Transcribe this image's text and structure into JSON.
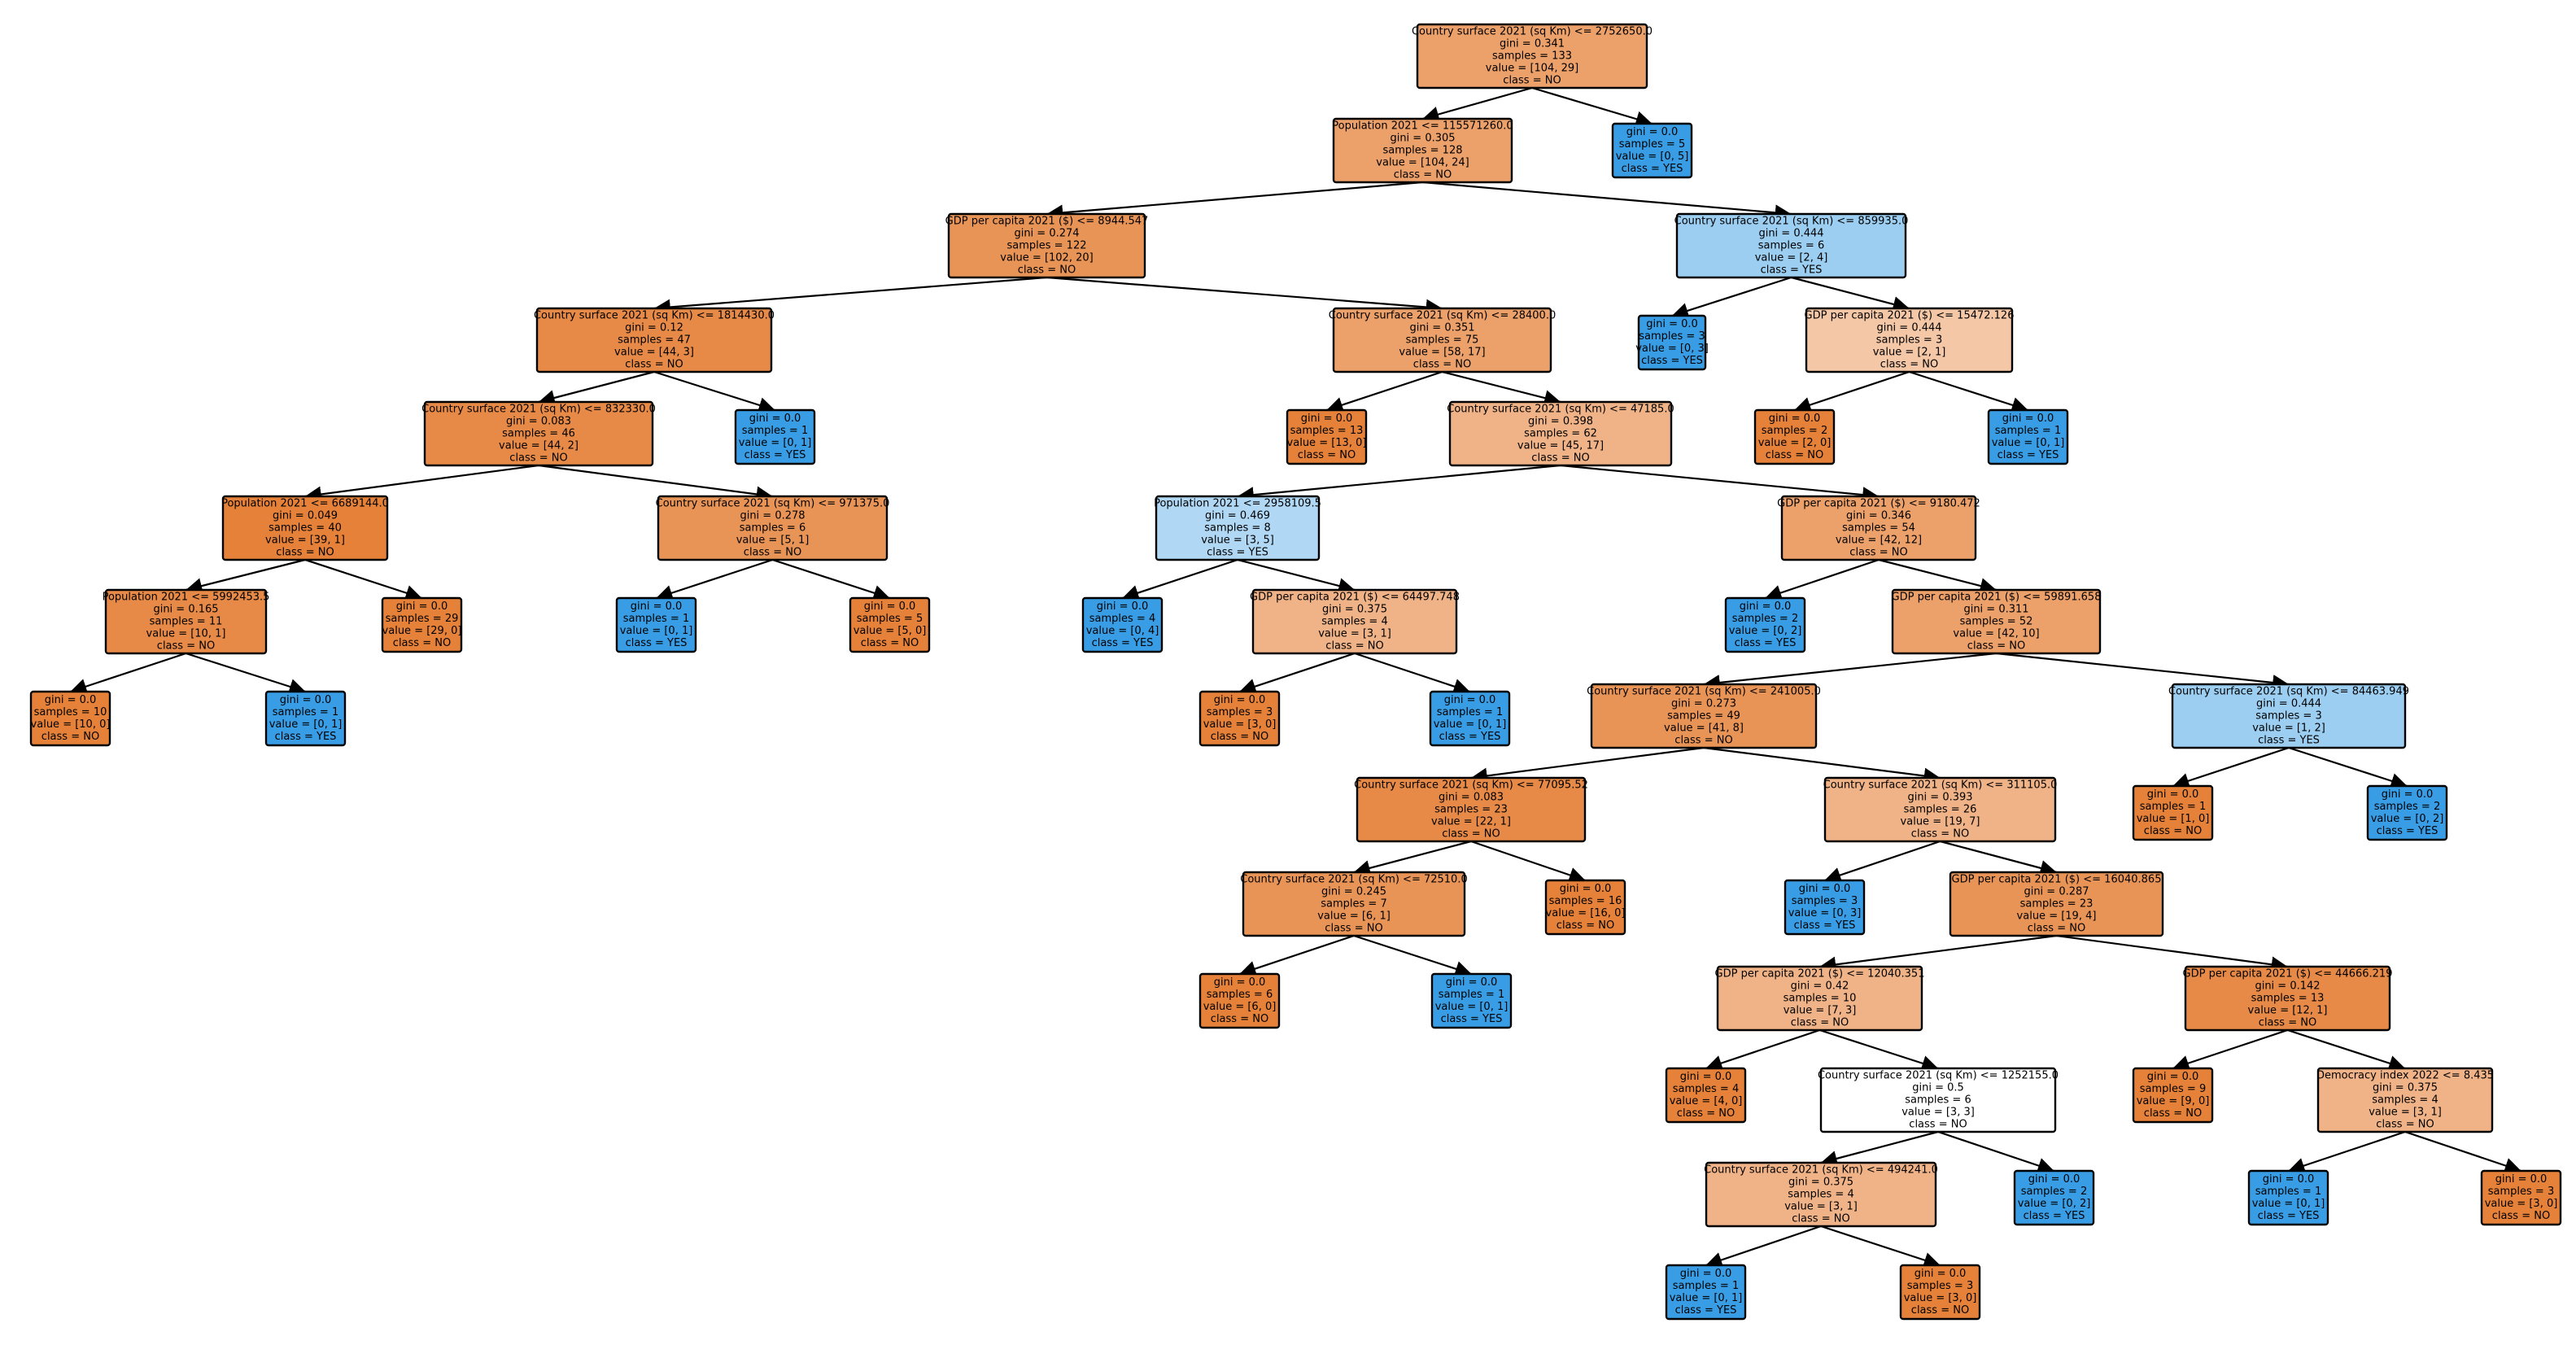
{
  "colors": {
    "NO_1": "#e58139",
    "NO_2": "#e78a47",
    "NO_3": "#e99457",
    "NO_4": "#eca06a",
    "NO_5": "#f0b387",
    "NO_6": "#f4c7a6",
    "YES_1": "#399de5",
    "YES_2": "#9ccef2",
    "YES_3": "#b0d8f5",
    "TIE": "#ffffff"
  },
  "nodes": [
    {
      "id": "n0",
      "lines": [
        "Country surface 2021 (sq Km) <= 2752650.0",
        "gini = 0.341",
        "samples = 133",
        "value = [104, 29]",
        "class = NO"
      ],
      "fill": "NO_4"
    },
    {
      "id": "n1",
      "lines": [
        "Population 2021 <= 115571260.0",
        "gini = 0.305",
        "samples = 128",
        "value = [104, 24]",
        "class = NO"
      ],
      "fill": "NO_4"
    },
    {
      "id": "n2",
      "lines": [
        "gini = 0.0",
        "samples = 5",
        "value = [0, 5]",
        "class = YES"
      ],
      "fill": "YES_1"
    },
    {
      "id": "n3",
      "lines": [
        "GDP per capita 2021 ($) <= 8944.547",
        "gini = 0.274",
        "samples = 122",
        "value = [102, 20]",
        "class = NO"
      ],
      "fill": "NO_3"
    },
    {
      "id": "n4",
      "lines": [
        "Country surface 2021 (sq Km) <= 859935.0",
        "gini = 0.444",
        "samples = 6",
        "value = [2, 4]",
        "class = YES"
      ],
      "fill": "YES_2"
    },
    {
      "id": "n5",
      "lines": [
        "Country surface 2021 (sq Km) <= 1814430.0",
        "gini = 0.12",
        "samples = 47",
        "value = [44, 3]",
        "class = NO"
      ],
      "fill": "NO_2"
    },
    {
      "id": "n6",
      "lines": [
        "Country surface 2021 (sq Km) <= 28400.0",
        "gini = 0.351",
        "samples = 75",
        "value = [58, 17]",
        "class = NO"
      ],
      "fill": "NO_4"
    },
    {
      "id": "n7",
      "lines": [
        "gini = 0.0",
        "samples = 3",
        "value = [0, 3]",
        "class = YES"
      ],
      "fill": "YES_1"
    },
    {
      "id": "n8",
      "lines": [
        "GDP per capita 2021 ($) <= 15472.126",
        "gini = 0.444",
        "samples = 3",
        "value = [2, 1]",
        "class = NO"
      ],
      "fill": "NO_6"
    },
    {
      "id": "n9",
      "lines": [
        "Country surface 2021 (sq Km) <= 832330.0",
        "gini = 0.083",
        "samples = 46",
        "value = [44, 2]",
        "class = NO"
      ],
      "fill": "NO_2"
    },
    {
      "id": "n10",
      "lines": [
        "gini = 0.0",
        "samples = 1",
        "value = [0, 1]",
        "class = YES"
      ],
      "fill": "YES_1"
    },
    {
      "id": "n11",
      "lines": [
        "gini = 0.0",
        "samples = 13",
        "value = [13, 0]",
        "class = NO"
      ],
      "fill": "NO_1"
    },
    {
      "id": "n12",
      "lines": [
        "Country surface 2021 (sq Km) <= 47185.0",
        "gini = 0.398",
        "samples = 62",
        "value = [45, 17]",
        "class = NO"
      ],
      "fill": "NO_5"
    },
    {
      "id": "n13",
      "lines": [
        "gini = 0.0",
        "samples = 2",
        "value = [2, 0]",
        "class = NO"
      ],
      "fill": "NO_1"
    },
    {
      "id": "n14",
      "lines": [
        "gini = 0.0",
        "samples = 1",
        "value = [0, 1]",
        "class = YES"
      ],
      "fill": "YES_1"
    },
    {
      "id": "n15",
      "lines": [
        "Population 2021 <= 6689144.0",
        "gini = 0.049",
        "samples = 40",
        "value = [39, 1]",
        "class = NO"
      ],
      "fill": "NO_1"
    },
    {
      "id": "n16",
      "lines": [
        "Country surface 2021 (sq Km) <= 971375.0",
        "gini = 0.278",
        "samples = 6",
        "value = [5, 1]",
        "class = NO"
      ],
      "fill": "NO_3"
    },
    {
      "id": "n17",
      "lines": [
        "Population 2021 <= 2958109.5",
        "gini = 0.469",
        "samples = 8",
        "value = [3, 5]",
        "class = YES"
      ],
      "fill": "YES_3"
    },
    {
      "id": "n18",
      "lines": [
        "GDP per capita 2021 ($) <= 9180.472",
        "gini = 0.346",
        "samples = 54",
        "value = [42, 12]",
        "class = NO"
      ],
      "fill": "NO_4"
    },
    {
      "id": "n19",
      "lines": [
        "Population 2021 <= 5992453.5",
        "gini = 0.165",
        "samples = 11",
        "value = [10, 1]",
        "class = NO"
      ],
      "fill": "NO_2"
    },
    {
      "id": "n20",
      "lines": [
        "gini = 0.0",
        "samples = 29",
        "value = [29, 0]",
        "class = NO"
      ],
      "fill": "NO_1"
    },
    {
      "id": "n21",
      "lines": [
        "gini = 0.0",
        "samples = 1",
        "value = [0, 1]",
        "class = YES"
      ],
      "fill": "YES_1"
    },
    {
      "id": "n22",
      "lines": [
        "gini = 0.0",
        "samples = 5",
        "value = [5, 0]",
        "class = NO"
      ],
      "fill": "NO_1"
    },
    {
      "id": "n23",
      "lines": [
        "gini = 0.0",
        "samples = 4",
        "value = [0, 4]",
        "class = YES"
      ],
      "fill": "YES_1"
    },
    {
      "id": "n24",
      "lines": [
        "GDP per capita 2021 ($) <= 64497.748",
        "gini = 0.375",
        "samples = 4",
        "value = [3, 1]",
        "class = NO"
      ],
      "fill": "NO_5"
    },
    {
      "id": "n25",
      "lines": [
        "gini = 0.0",
        "samples = 2",
        "value = [0, 2]",
        "class = YES"
      ],
      "fill": "YES_1"
    },
    {
      "id": "n26",
      "lines": [
        "GDP per capita 2021 ($) <= 59891.658",
        "gini = 0.311",
        "samples = 52",
        "value = [42, 10]",
        "class = NO"
      ],
      "fill": "NO_4"
    },
    {
      "id": "n27",
      "lines": [
        "gini = 0.0",
        "samples = 10",
        "value = [10, 0]",
        "class = NO"
      ],
      "fill": "NO_1"
    },
    {
      "id": "n28",
      "lines": [
        "gini = 0.0",
        "samples = 1",
        "value = [0, 1]",
        "class = YES"
      ],
      "fill": "YES_1"
    },
    {
      "id": "n29",
      "lines": [
        "gini = 0.0",
        "samples = 3",
        "value = [3, 0]",
        "class = NO"
      ],
      "fill": "NO_1"
    },
    {
      "id": "n30",
      "lines": [
        "gini = 0.0",
        "samples = 1",
        "value = [0, 1]",
        "class = YES"
      ],
      "fill": "YES_1"
    },
    {
      "id": "n31",
      "lines": [
        "Country surface 2021 (sq Km) <= 241005.0",
        "gini = 0.273",
        "samples = 49",
        "value = [41, 8]",
        "class = NO"
      ],
      "fill": "NO_3"
    },
    {
      "id": "n32",
      "lines": [
        "Country surface 2021 (sq Km) <= 84463.949",
        "gini = 0.444",
        "samples = 3",
        "value = [1, 2]",
        "class = YES"
      ],
      "fill": "YES_2"
    },
    {
      "id": "n33",
      "lines": [
        "Country surface 2021 (sq Km) <= 77095.52",
        "gini = 0.083",
        "samples = 23",
        "value = [22, 1]",
        "class = NO"
      ],
      "fill": "NO_2"
    },
    {
      "id": "n34",
      "lines": [
        "Country surface 2021 (sq Km) <= 311105.0",
        "gini = 0.393",
        "samples = 26",
        "value = [19, 7]",
        "class = NO"
      ],
      "fill": "NO_5"
    },
    {
      "id": "n35",
      "lines": [
        "gini = 0.0",
        "samples = 1",
        "value = [1, 0]",
        "class = NO"
      ],
      "fill": "NO_1"
    },
    {
      "id": "n36",
      "lines": [
        "gini = 0.0",
        "samples = 2",
        "value = [0, 2]",
        "class = YES"
      ],
      "fill": "YES_1"
    },
    {
      "id": "n37",
      "lines": [
        "Country surface 2021 (sq Km) <= 72510.0",
        "gini = 0.245",
        "samples = 7",
        "value = [6, 1]",
        "class = NO"
      ],
      "fill": "NO_3"
    },
    {
      "id": "n38",
      "lines": [
        "gini = 0.0",
        "samples = 16",
        "value = [16, 0]",
        "class = NO"
      ],
      "fill": "NO_1"
    },
    {
      "id": "n39",
      "lines": [
        "gini = 0.0",
        "samples = 3",
        "value = [0, 3]",
        "class = YES"
      ],
      "fill": "YES_1"
    },
    {
      "id": "n40",
      "lines": [
        "GDP per capita 2021 ($) <= 16040.865",
        "gini = 0.287",
        "samples = 23",
        "value = [19, 4]",
        "class = NO"
      ],
      "fill": "NO_3"
    },
    {
      "id": "n41",
      "lines": [
        "gini = 0.0",
        "samples = 6",
        "value = [6, 0]",
        "class = NO"
      ],
      "fill": "NO_1"
    },
    {
      "id": "n42",
      "lines": [
        "gini = 0.0",
        "samples = 1",
        "value = [0, 1]",
        "class = YES"
      ],
      "fill": "YES_1"
    },
    {
      "id": "n43",
      "lines": [
        "GDP per capita 2021 ($) <= 12040.351",
        "gini = 0.42",
        "samples = 10",
        "value = [7, 3]",
        "class = NO"
      ],
      "fill": "NO_5"
    },
    {
      "id": "n44",
      "lines": [
        "GDP per capita 2021 ($) <= 44666.219",
        "gini = 0.142",
        "samples = 13",
        "value = [12, 1]",
        "class = NO"
      ],
      "fill": "NO_2"
    },
    {
      "id": "n45",
      "lines": [
        "gini = 0.0",
        "samples = 4",
        "value = [4, 0]",
        "class = NO"
      ],
      "fill": "NO_1"
    },
    {
      "id": "n46",
      "lines": [
        "Country surface 2021 (sq Km) <= 1252155.0",
        "gini = 0.5",
        "samples = 6",
        "value = [3, 3]",
        "class = NO"
      ],
      "fill": "TIE"
    },
    {
      "id": "n47",
      "lines": [
        "gini = 0.0",
        "samples = 9",
        "value = [9, 0]",
        "class = NO"
      ],
      "fill": "NO_1"
    },
    {
      "id": "n48",
      "lines": [
        "Democracy index 2022 <= 8.435",
        "gini = 0.375",
        "samples = 4",
        "value = [3, 1]",
        "class = NO"
      ],
      "fill": "NO_5"
    },
    {
      "id": "n49",
      "lines": [
        "Country surface 2021 (sq Km) <= 494241.0",
        "gini = 0.375",
        "samples = 4",
        "value = [3, 1]",
        "class = NO"
      ],
      "fill": "NO_5"
    },
    {
      "id": "n50",
      "lines": [
        "gini = 0.0",
        "samples = 2",
        "value = [0, 2]",
        "class = YES"
      ],
      "fill": "YES_1"
    },
    {
      "id": "n51",
      "lines": [
        "gini = 0.0",
        "samples = 1",
        "value = [0, 1]",
        "class = YES"
      ],
      "fill": "YES_1"
    },
    {
      "id": "n52",
      "lines": [
        "gini = 0.0",
        "samples = 3",
        "value = [3, 0]",
        "class = NO"
      ],
      "fill": "NO_1"
    },
    {
      "id": "n53",
      "lines": [
        "gini = 0.0",
        "samples = 1",
        "value = [0, 1]",
        "class = YES"
      ],
      "fill": "YES_1"
    },
    {
      "id": "n54",
      "lines": [
        "gini = 0.0",
        "samples = 3",
        "value = [3, 0]",
        "class = NO"
      ],
      "fill": "NO_1"
    }
  ],
  "edges": [
    [
      "n0",
      "n1"
    ],
    [
      "n0",
      "n2"
    ],
    [
      "n1",
      "n3"
    ],
    [
      "n1",
      "n4"
    ],
    [
      "n3",
      "n5"
    ],
    [
      "n3",
      "n6"
    ],
    [
      "n4",
      "n7"
    ],
    [
      "n4",
      "n8"
    ],
    [
      "n5",
      "n9"
    ],
    [
      "n5",
      "n10"
    ],
    [
      "n6",
      "n11"
    ],
    [
      "n6",
      "n12"
    ],
    [
      "n8",
      "n13"
    ],
    [
      "n8",
      "n14"
    ],
    [
      "n9",
      "n15"
    ],
    [
      "n9",
      "n16"
    ],
    [
      "n12",
      "n17"
    ],
    [
      "n12",
      "n18"
    ],
    [
      "n15",
      "n19"
    ],
    [
      "n15",
      "n20"
    ],
    [
      "n16",
      "n21"
    ],
    [
      "n16",
      "n22"
    ],
    [
      "n17",
      "n23"
    ],
    [
      "n17",
      "n24"
    ],
    [
      "n18",
      "n25"
    ],
    [
      "n18",
      "n26"
    ],
    [
      "n19",
      "n27"
    ],
    [
      "n19",
      "n28"
    ],
    [
      "n24",
      "n29"
    ],
    [
      "n24",
      "n30"
    ],
    [
      "n26",
      "n31"
    ],
    [
      "n26",
      "n32"
    ],
    [
      "n31",
      "n33"
    ],
    [
      "n31",
      "n34"
    ],
    [
      "n32",
      "n35"
    ],
    [
      "n32",
      "n36"
    ],
    [
      "n33",
      "n37"
    ],
    [
      "n33",
      "n38"
    ],
    [
      "n34",
      "n39"
    ],
    [
      "n34",
      "n40"
    ],
    [
      "n37",
      "n41"
    ],
    [
      "n37",
      "n42"
    ],
    [
      "n40",
      "n43"
    ],
    [
      "n40",
      "n44"
    ],
    [
      "n43",
      "n45"
    ],
    [
      "n43",
      "n46"
    ],
    [
      "n44",
      "n47"
    ],
    [
      "n44",
      "n48"
    ],
    [
      "n46",
      "n49"
    ],
    [
      "n46",
      "n50"
    ],
    [
      "n48",
      "n51"
    ],
    [
      "n48",
      "n52"
    ],
    [
      "n49",
      "n53"
    ],
    [
      "n49",
      "n54"
    ]
  ]
}
